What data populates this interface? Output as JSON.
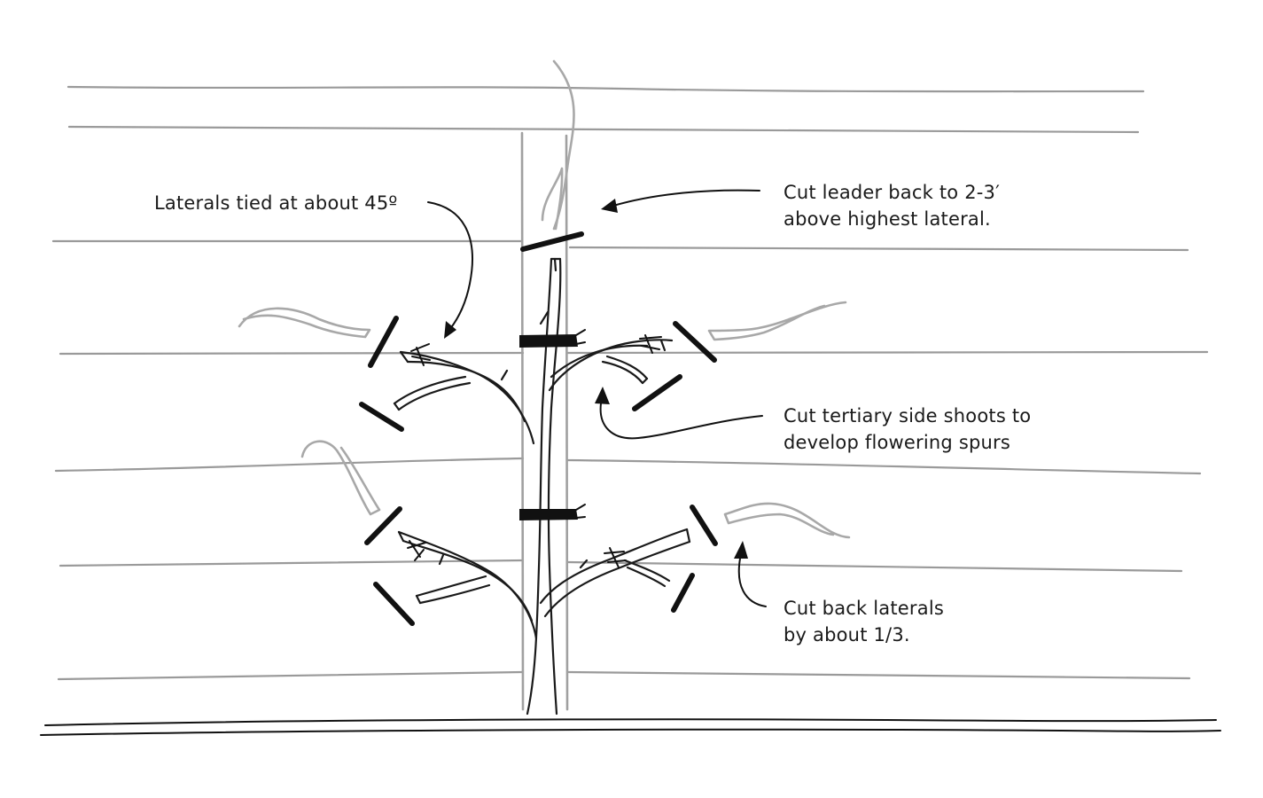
{
  "annotations": {
    "laterals_tied": {
      "lines": [
        "Laterals tied at about 45º"
      ]
    },
    "cut_leader": {
      "lines": [
        "Cut leader back to 2-3′",
        "above highest lateral."
      ]
    },
    "cut_tertiary": {
      "lines": [
        "Cut tertiary side shoots to",
        "develop flowering spurs"
      ]
    },
    "cut_back_laterals": {
      "lines": [
        "Cut back laterals",
        "by about 1/3."
      ]
    }
  },
  "colors": {
    "wire": "#9a9a9a",
    "pruned_wood": "#a8a8a8",
    "branch": "#1a1a1a",
    "cut_mark": "#111111"
  }
}
